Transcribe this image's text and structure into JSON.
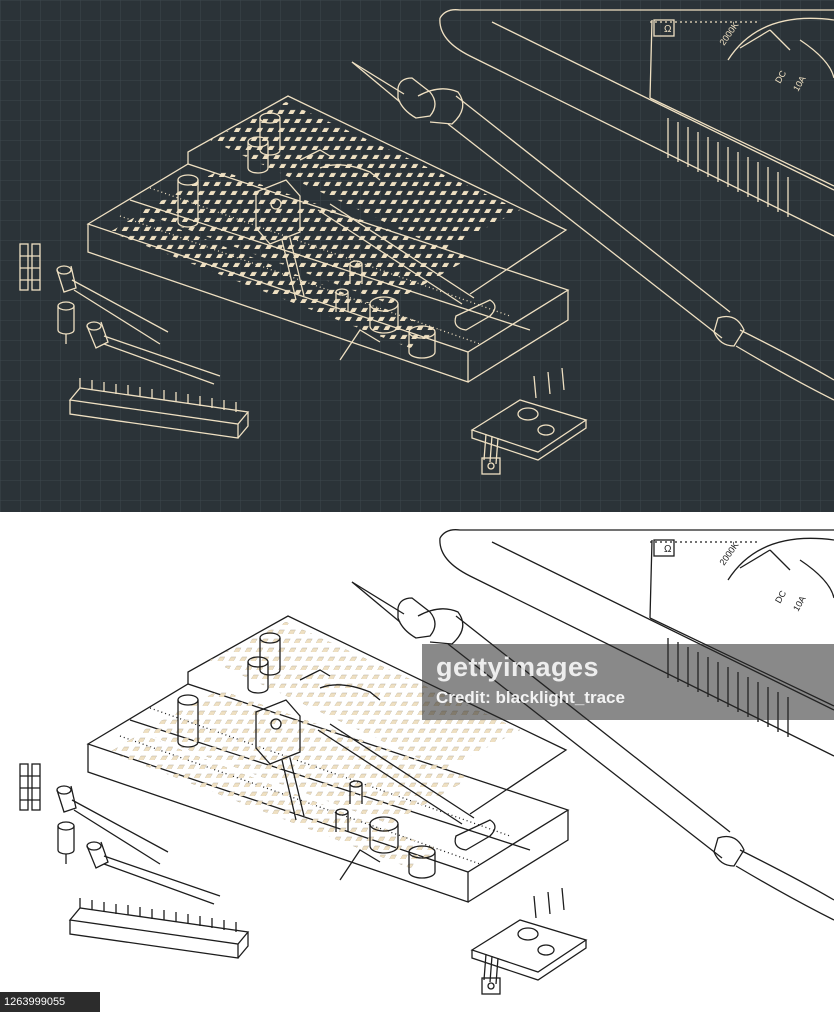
{
  "illustration": {
    "meter_labels": {
      "ohm": "Ω",
      "range": "2000K",
      "dc": "DC",
      "current": "10A"
    }
  },
  "watermark": {
    "logo": "gettyimages",
    "credit": "Credit: blacklight_trace"
  },
  "footer": {
    "image_id": "1263999055"
  },
  "colors": {
    "dark_background": "#2b3338",
    "line_light": "#efe0c2",
    "line_dark": "#1d1d1d",
    "light_background": "#ffffff"
  }
}
